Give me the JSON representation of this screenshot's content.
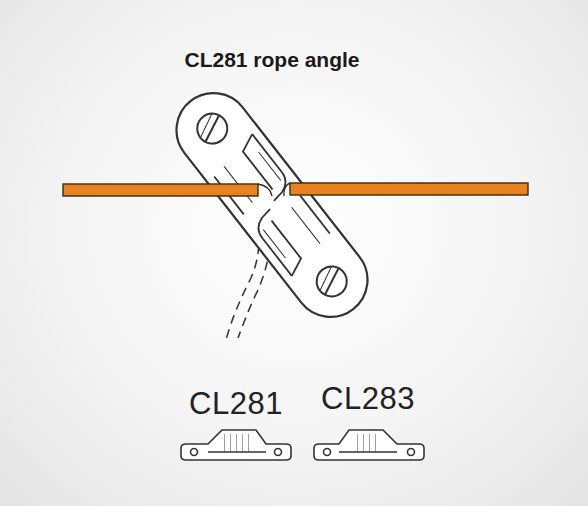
{
  "diagram": {
    "title": "CL281 rope angle",
    "labels": [
      "CL281",
      "CL283"
    ]
  }
}
